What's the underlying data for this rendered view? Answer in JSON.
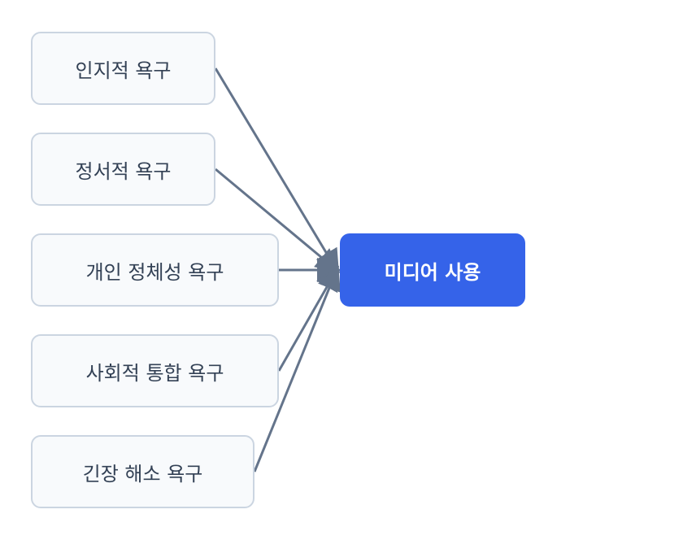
{
  "diagram": {
    "sources": [
      {
        "label": "인지적 욕구"
      },
      {
        "label": "정서적 욕구"
      },
      {
        "label": "개인 정체성 욕구"
      },
      {
        "label": "사회적 통합 욕구"
      },
      {
        "label": "긴장 해소 욕구"
      }
    ],
    "target": {
      "label": "미디어 사용"
    }
  },
  "colors": {
    "target_fill": "#3563e9",
    "source_fill": "#f8fafc",
    "source_border": "#cbd5e1",
    "edge": "#64748b"
  }
}
